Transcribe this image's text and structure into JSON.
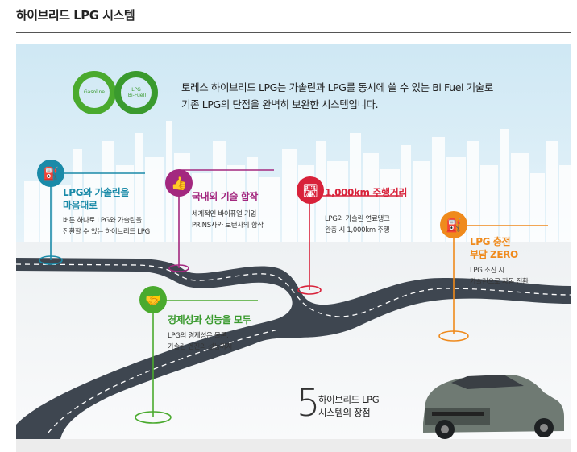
{
  "page": {
    "title": "하이브리드 LPG 시스템"
  },
  "logo": {
    "left_label": "Gasoline",
    "right_label": "LPG\n(Bi-Fuel)",
    "color": "#3a9a2e"
  },
  "intro": {
    "line1": "토레스 하이브리드 LPG는 가솔린과 LPG를 동시에 쓸 수 있는 Bi Fuel 기술로",
    "line2": "기존 LPG의 단점을 완벽히 보완한 시스템입니다."
  },
  "features": [
    {
      "title_lines": [
        "LPG와 가솔린을",
        "마음대로"
      ],
      "desc_lines": [
        "버튼 하나로 LPG와 가솔린을",
        "전환할 수 있는 하이브리드 LPG"
      ],
      "color": "#1a8aa8",
      "icon": "fuel-switch-icon"
    },
    {
      "title_lines": [
        "국내외 기술 합작"
      ],
      "desc_lines": [
        "세계적인 바이퓨얼 기업",
        "PRINS사와 로턴사의 합작"
      ],
      "color": "#a3287f",
      "icon": "thumbs-up-icon"
    },
    {
      "title_lines": [
        "1,000km 주행거리"
      ],
      "desc_lines": [
        "LPG와 가솔린 연료탱크",
        "완충 시 1,000km 주행"
      ],
      "color": "#d8223a",
      "icon": "road-icon"
    },
    {
      "title_lines": [
        "LPG 충전",
        "부담 ZERO"
      ],
      "desc_lines": [
        "LPG 소진 시",
        "가솔린으로 자동 전환"
      ],
      "color": "#ef8a1c",
      "icon": "fuel-station-icon"
    },
    {
      "title_lines": [
        "경제성과 성능을 모두"
      ],
      "desc_lines": [
        "LPG의 경제성은 물론,",
        "가솔린 엔진의 성능까지"
      ],
      "color": "#4aaa2e",
      "icon": "handshake-icon"
    }
  ],
  "summary": {
    "number": "5",
    "line1": "하이브리드 LPG",
    "line2": "시스템의 장점"
  },
  "colors": {
    "sky": "#dbeef7",
    "road": "#3e4650",
    "road_line": "#ffffff"
  }
}
